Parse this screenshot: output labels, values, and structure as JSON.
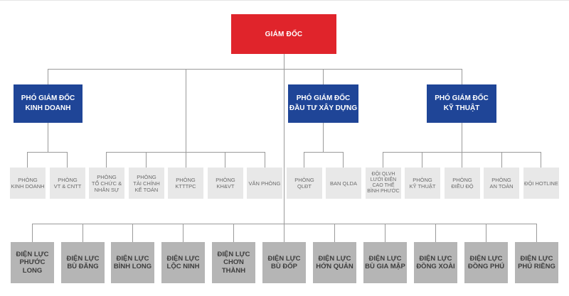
{
  "director": {
    "label": "GIÁM ĐỐC"
  },
  "deputies": [
    {
      "label": "PHÓ GIÁM ĐỐC\nKINH DOANH"
    },
    {
      "label": "PHÓ GIÁM ĐỐC\nĐẦU TƯ XÂY DỰNG"
    },
    {
      "label": "PHÓ GIÁM ĐỐC\nKỸ THUẬT"
    }
  ],
  "departments": [
    {
      "label": "PHÒNG\nKINH DOANH"
    },
    {
      "label": "PHÒNG\nVT & CNTT"
    },
    {
      "label": "PHÒNG\nTỔ CHỨC &\nNHÂN SỰ"
    },
    {
      "label": "PHÒNG\nTÀI CHÍNH\nKẾ TOÁN"
    },
    {
      "label": "PHÒNG\nKTTTPC"
    },
    {
      "label": "PHÒNG\nKH&VT"
    },
    {
      "label": "VĂN PHÒNG"
    },
    {
      "label": "PHÒNG\nQLĐT"
    },
    {
      "label": "BAN QLDA"
    },
    {
      "label": "ĐỘI QLVH\nLƯỚI ĐIỆN\nCAO THẾ\nBÌNH PHƯỚC"
    },
    {
      "label": "PHÒNG\nKỸ THUẬT"
    },
    {
      "label": "PHÒNG\nĐIỀU ĐỘ"
    },
    {
      "label": "PHÒNG\nAN TOÀN"
    },
    {
      "label": "ĐỘI HOTLINE"
    }
  ],
  "branches": [
    {
      "label": "ĐIỆN LỰC\nPHƯỚC\nLONG"
    },
    {
      "label": "ĐIỆN LỰC\nBÙ ĐĂNG"
    },
    {
      "label": "ĐIỆN LỰC\nBÌNH LONG"
    },
    {
      "label": "ĐIỆN LỰC\nLỘC NINH"
    },
    {
      "label": "ĐIỆN LỰC\nCHƠN\nTHÀNH"
    },
    {
      "label": "ĐIỆN LỰC\nBÙ ĐỐP"
    },
    {
      "label": "ĐIỆN LỰC\nHỚN QUẢN"
    },
    {
      "label": "ĐIỆN LỰC\nBÙ GIA MẬP"
    },
    {
      "label": "ĐIỆN LỰC\nĐỒNG XOÀI"
    },
    {
      "label": "ĐIỆN LỰC\nĐỒNG PHÚ"
    },
    {
      "label": "ĐIỆN LỰC\nPHÚ RIỀNG"
    }
  ],
  "colors": {
    "director": "#e0242b",
    "deputy": "#1f4597",
    "department": "#e8e8e8",
    "branch": "#b5b5b5",
    "connector": "#9a9a9a"
  }
}
